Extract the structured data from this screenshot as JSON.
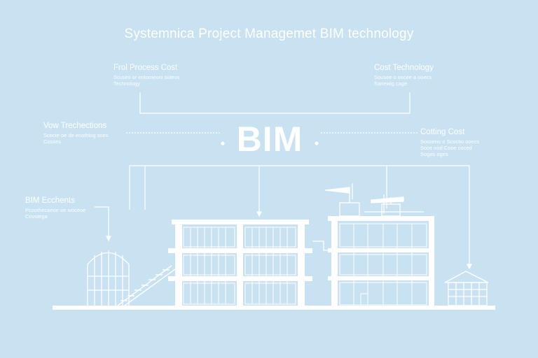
{
  "title": "Systemnica Project Managemet BIM technology",
  "center": "BIM",
  "labels": {
    "top_left": {
      "head": "Frol Process Cost",
      "sub1": "Scuses or entomeoni soteos",
      "sub2": "Technology"
    },
    "top_right": {
      "head": "Cost Technology",
      "sub1": "Sousee o oscee a ooecs",
      "sub2": "Sanewig cage"
    },
    "mid_left": {
      "head": "Vow Trechections",
      "sub1": "Scecte oe de enothiog soes",
      "sub2": "Cosses"
    },
    "mid_right": {
      "head": "Cotting Cost",
      "sub1": "Sosseno o Scoctio ooecs",
      "sub2": "Soce ood Cooe coced",
      "sub3": "Soges oges"
    },
    "left": {
      "head": "BIM Ecchents",
      "sub1": "Pcoothecaeoe oe woceoe",
      "sub2": "Covstega"
    }
  },
  "colors": {
    "background": "#c8e2f2",
    "foreground": "#ffffff"
  }
}
